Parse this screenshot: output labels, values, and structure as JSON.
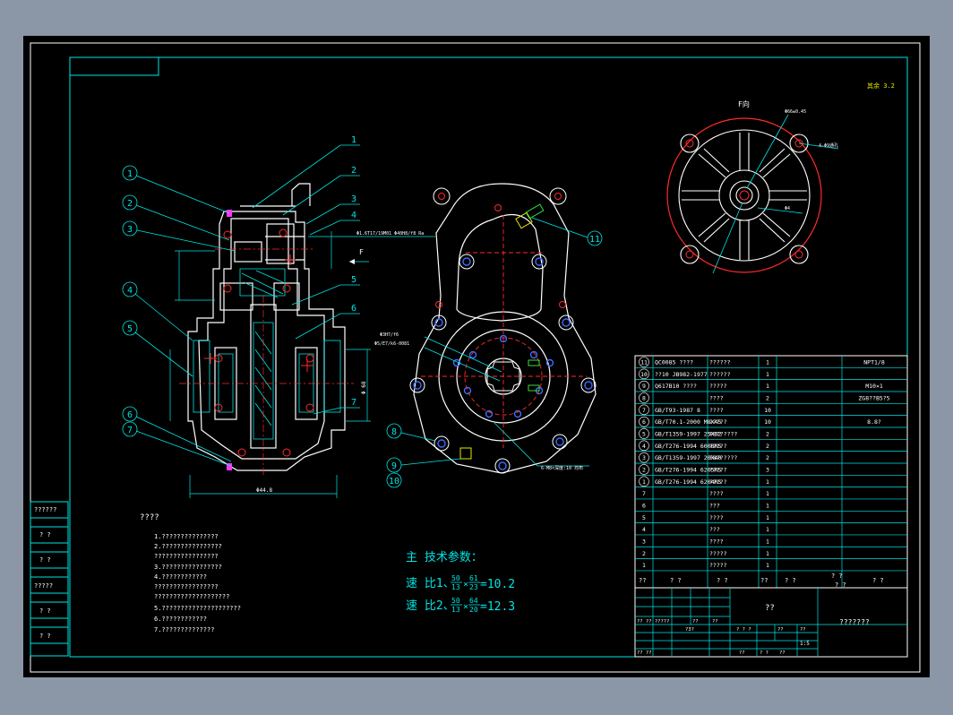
{
  "colors": {
    "cyan": "#00e5e5",
    "white": "#ffffff",
    "red": "#ff2a2a",
    "blue": "#3a6cff",
    "yellow": "#e6e600",
    "magenta": "#ff33ff",
    "green": "#35e035",
    "bg": "#000000",
    "outer": "#8b96a6"
  },
  "side_view": {
    "balloons": [
      "1",
      "2",
      "3",
      "4",
      "5",
      "6",
      "7"
    ],
    "right_labels": [
      "1",
      "2",
      "3",
      "4",
      "5",
      "6",
      "7"
    ],
    "dimension_bottom": "Φ44.8",
    "arrow_label": "F",
    "note_top": "Φ1.6T17/19M01 Φ40H8/f8 Ra"
  },
  "front_view": {
    "balloons_left": [
      "8",
      "9",
      "10"
    ],
    "balloon_right": "11",
    "note_left_1": "Φ3H7/f6",
    "note_left_2": "Φ5/E7/k6-0081",
    "note_bottom": "6-M8×深度:10 均布"
  },
  "flange_view": {
    "title": "F向",
    "note_1": "Φ66±0.45",
    "note_2": "4-Φ9通孔",
    "note_3": "Φ4"
  },
  "roughness": "其余 3.2",
  "notes": {
    "title": "????",
    "lines": [
      "1.???????????????",
      "2.????????????????",
      "  ?????????????????",
      "3.????????????????",
      "4.????????????",
      "  ?????????????????",
      "  ????????????????????",
      "5.?????????????????????",
      "6.????????????",
      "7.??????????????"
    ]
  },
  "tech": {
    "title": "主 技术参数：",
    "ratio1_prefix": "速 比1、",
    "ratio1_frac1_num": "50",
    "ratio1_frac1_den": "13",
    "ratio1_frac2_num": "61",
    "ratio1_frac2_den": "23",
    "ratio1_result": "=10.2",
    "ratio2_prefix": "速 比2、",
    "ratio2_frac1_num": "50",
    "ratio2_frac1_den": "13",
    "ratio2_frac2_num": "64",
    "ratio2_frac2_den": "20",
    "ratio2_result": "=12.3"
  },
  "bom": [
    {
      "no": "11",
      "code": "QC0085 ????",
      "name": "??????",
      "qty": "1",
      "note": "NPT1/8"
    },
    {
      "no": "10",
      "code": "??10  JB982-1977",
      "name": "??????",
      "qty": "1",
      "note": ""
    },
    {
      "no": "9",
      "code": "Q617B10 ????",
      "name": "?????",
      "qty": "1",
      "note": "M10×1"
    },
    {
      "no": "8",
      "code": "",
      "name": "????",
      "qty": "2",
      "note": "ZG8??B5?5"
    },
    {
      "no": "7",
      "code": "GB/T93-1987  8",
      "name": "????",
      "qty": "10",
      "note": ""
    },
    {
      "no": "6",
      "code": "GB/T70.1-2000  M8X45",
      "name": "?????",
      "qty": "10",
      "note": "8.8?"
    },
    {
      "no": "5",
      "code": "GB/T1359-1997  25X32",
      "name": "F8??????",
      "qty": "2",
      "note": ""
    },
    {
      "no": "4",
      "code": "GB/T276-1994  6008RS",
      "name": "?????",
      "qty": "2",
      "note": ""
    },
    {
      "no": "3",
      "code": "GB/T1359-1997  20X40",
      "name": "F8??????",
      "qty": "2",
      "note": ""
    },
    {
      "no": "2",
      "code": "GB/T276-1994  6205RS",
      "name": "?????",
      "qty": "3",
      "note": ""
    },
    {
      "no": "1",
      "code": "GB/T276-1994  6204RS",
      "name": "?????",
      "qty": "1",
      "note": ""
    },
    {
      "no": "7",
      "code": "",
      "name": "????",
      "qty": "1",
      "note": ""
    },
    {
      "no": "6",
      "code": "",
      "name": "???",
      "qty": "1",
      "note": ""
    },
    {
      "no": "5",
      "code": "",
      "name": "????",
      "qty": "1",
      "note": ""
    },
    {
      "no": "4",
      "code": "",
      "name": "???",
      "qty": "1",
      "note": ""
    },
    {
      "no": "3",
      "code": "",
      "name": "????",
      "qty": "1",
      "note": ""
    },
    {
      "no": "2",
      "code": "",
      "name": "?????",
      "qty": "1",
      "note": ""
    },
    {
      "no": "1",
      "code": "",
      "name": "?????",
      "qty": "1",
      "note": ""
    }
  ],
  "bom_header": {
    "c1": "??",
    "c2": "?  ?",
    "c3": "?  ?",
    "c4": "??",
    "c5": "?  ?",
    "c6": "? ?",
    "c6b": "? ?",
    "c7": "?  ?"
  },
  "title_block": {
    "drawing_name": "??",
    "company": "???????",
    "scale": "1:5",
    "sheet": "? ?",
    "cells": [
      "?? ?? ?????",
      "??",
      "??",
      "? ? ?",
      "??",
      "??",
      "?? ??",
      "??",
      "??"
    ]
  },
  "left_strip": [
    "??????",
    "?  ?",
    "?  ?",
    "?????",
    "?  ?",
    "?  ?"
  ]
}
